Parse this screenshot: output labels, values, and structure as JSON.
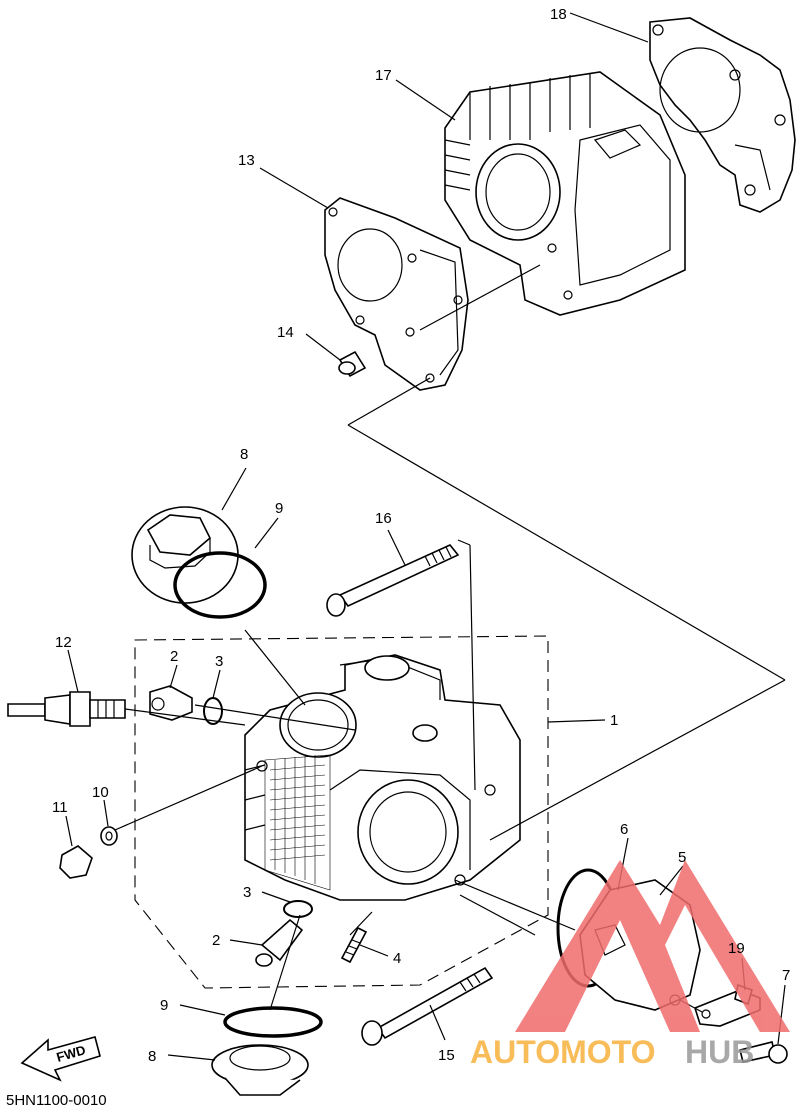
{
  "diagram": {
    "code": "5HN1100-0010",
    "fwd_label": "FWD",
    "callouts": {
      "c1": "1",
      "c2a": "2",
      "c2b": "2",
      "c3a": "3",
      "c3b": "3",
      "c4": "4",
      "c5": "5",
      "c6": "6",
      "c7": "7",
      "c8a": "8",
      "c8b": "8",
      "c9a": "9",
      "c9b": "9",
      "c10": "10",
      "c11": "11",
      "c12": "12",
      "c13": "13",
      "c14": "14",
      "c15": "15",
      "c16": "16",
      "c17": "17",
      "c18": "18",
      "c19": "19"
    }
  },
  "watermark": {
    "brand_part1": "AUTOMOTO",
    "brand_part2": "HUB",
    "colors": {
      "logo": "#f06b6b",
      "text1": "#f7b13d",
      "text2": "#9a9a9a"
    }
  }
}
